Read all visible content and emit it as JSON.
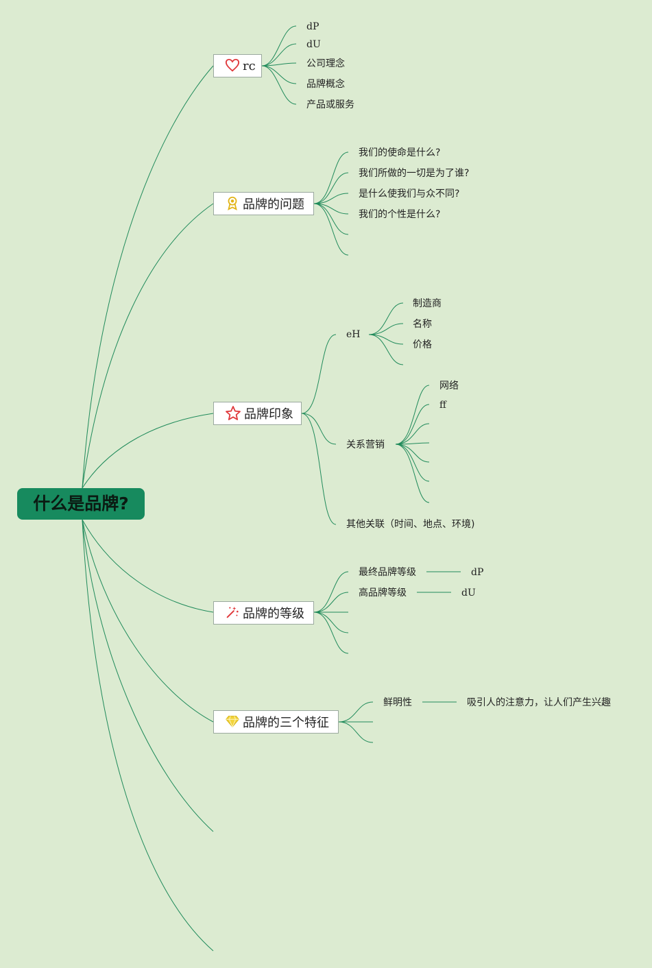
{
  "root": {
    "label": "什么是品牌?"
  },
  "branches": {
    "rc": {
      "label": "rc",
      "icon": "heart-icon",
      "children": [
        "dP",
        "dU",
        "公司理念",
        "品牌概念",
        "产品或服务"
      ]
    },
    "questions": {
      "label": "品牌的问题",
      "icon": "award-icon",
      "children": [
        "我们的使命是什么?",
        "我们所做的一切是为了谁?",
        "是什么使我们与众不同?",
        "我们的个性是什么?"
      ]
    },
    "impression": {
      "label": "品牌印象",
      "icon": "star-icon",
      "eh": {
        "label": "eH",
        "children": [
          "制造商",
          "名称",
          "价格"
        ]
      },
      "relation": {
        "label": "关系营销",
        "children": [
          "网络",
          "ff"
        ]
      },
      "other": "其他关联（时间、地点、环境)"
    },
    "levels": {
      "label": "品牌的等级",
      "icon": "magic-wand-icon",
      "children": [
        {
          "label": "最终品牌等级",
          "value": "dP"
        },
        {
          "label": "高品牌等级",
          "value": "dU"
        }
      ]
    },
    "traits": {
      "label": "品牌的三个特征",
      "icon": "diamond-icon",
      "children": [
        {
          "label": "鲜明性",
          "value": "吸引人的注意力，让人们产生兴趣"
        }
      ]
    }
  },
  "colors": {
    "background": "#dcebd1",
    "root_fill": "#178a5e",
    "link": "#1f8a5a"
  }
}
